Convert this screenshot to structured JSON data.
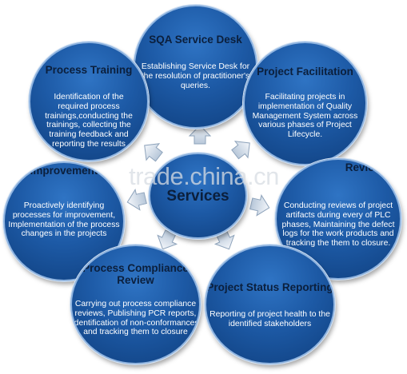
{
  "center": {
    "label": "Services"
  },
  "watermark": "trade.china.cn",
  "colors": {
    "bubble": "#1d5aa6",
    "bubble_dark": "#0f3f7e",
    "title_text": "#0b1f3c",
    "arrow": "#c9d6e4"
  },
  "nodes": {
    "sqa_service_desk": {
      "title": "SQA Service Desk",
      "description": "Establishing Service Desk for the resolution of practitioner's queries."
    },
    "process_training": {
      "title": "Process Training",
      "description": "Identification of the required process trainings,conducting the trainings, collecting the training feedback and reporting the results"
    },
    "project_facilitation": {
      "title": "Project Facilitation",
      "description": "Facilitating projects in implementation of Quality Management System across various phases of Project Lifecycle."
    },
    "process_improvement": {
      "title": "Improvement",
      "description": "Proactively identifying processes for improvement, Implementation of the process changes in the projects"
    },
    "review": {
      "title": "Review",
      "description": "Conducting reviews of project artifacts during every of PLC phases, Maintaining the defect logs for the work products and tracking the them to closure."
    },
    "process_compliance_review": {
      "title": "Process Compliance Review",
      "description": "Carrying out process compliance reviews, Publishing PCR reports, identification of non-conformances and tracking them to closure"
    },
    "project_status_reporting": {
      "title": "Project Status Reporting",
      "description": "Reporting of project health to the identified stakeholders"
    }
  }
}
